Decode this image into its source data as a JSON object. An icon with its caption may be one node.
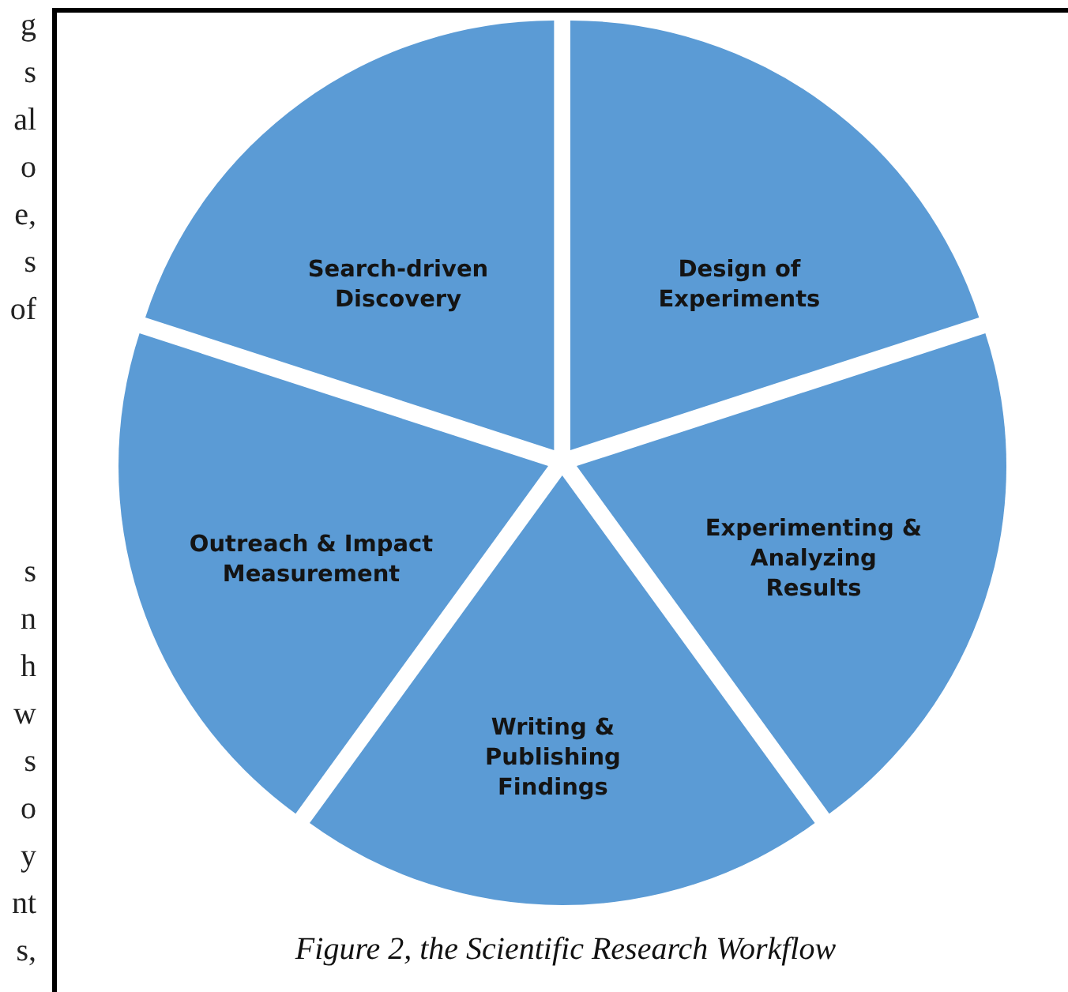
{
  "diagram": {
    "caption": "Figure 2, the Scientific Research Workflow",
    "nodes": [
      {
        "text": [
          "Search-driven Discovery"
        ]
      },
      {
        "text": [
          "Design of Experiments"
        ]
      },
      {
        "text": [
          "Experimenting & Analyzing Results"
        ]
      },
      {
        "text": [
          "Writing & Publishing Findings"
        ]
      },
      {
        "text": [
          "Outreach & Impact Measurement"
        ]
      }
    ],
    "edges": [],
    "labels": [
      "g",
      "s",
      "al",
      "o",
      "e,",
      "s",
      "of",
      "s",
      "n",
      "h",
      "w",
      "s",
      "o",
      "y",
      "nt",
      "s,"
    ]
  }
}
